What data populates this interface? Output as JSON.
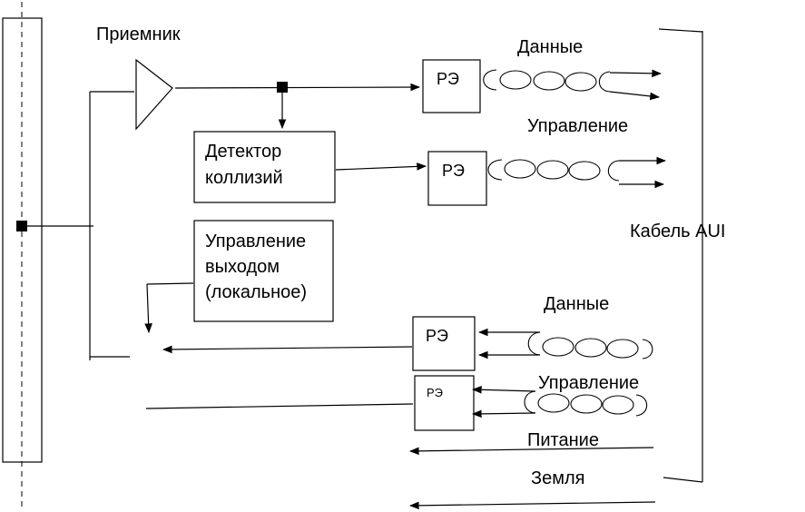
{
  "labels": {
    "receiver": "Приемник",
    "collision_detector_line1": "Детектор",
    "collision_detector_line2": "коллизий",
    "output_control_line1": "Управление",
    "output_control_line2": "выходом",
    "output_control_line3": "(локальное)",
    "re": "РЭ",
    "data_top": "Данные",
    "control_top": "Управление",
    "cable": "Кабель  AUI",
    "data_bottom": "Данные",
    "control_bottom": "Управление",
    "power": "Питание",
    "ground": "Земля"
  }
}
